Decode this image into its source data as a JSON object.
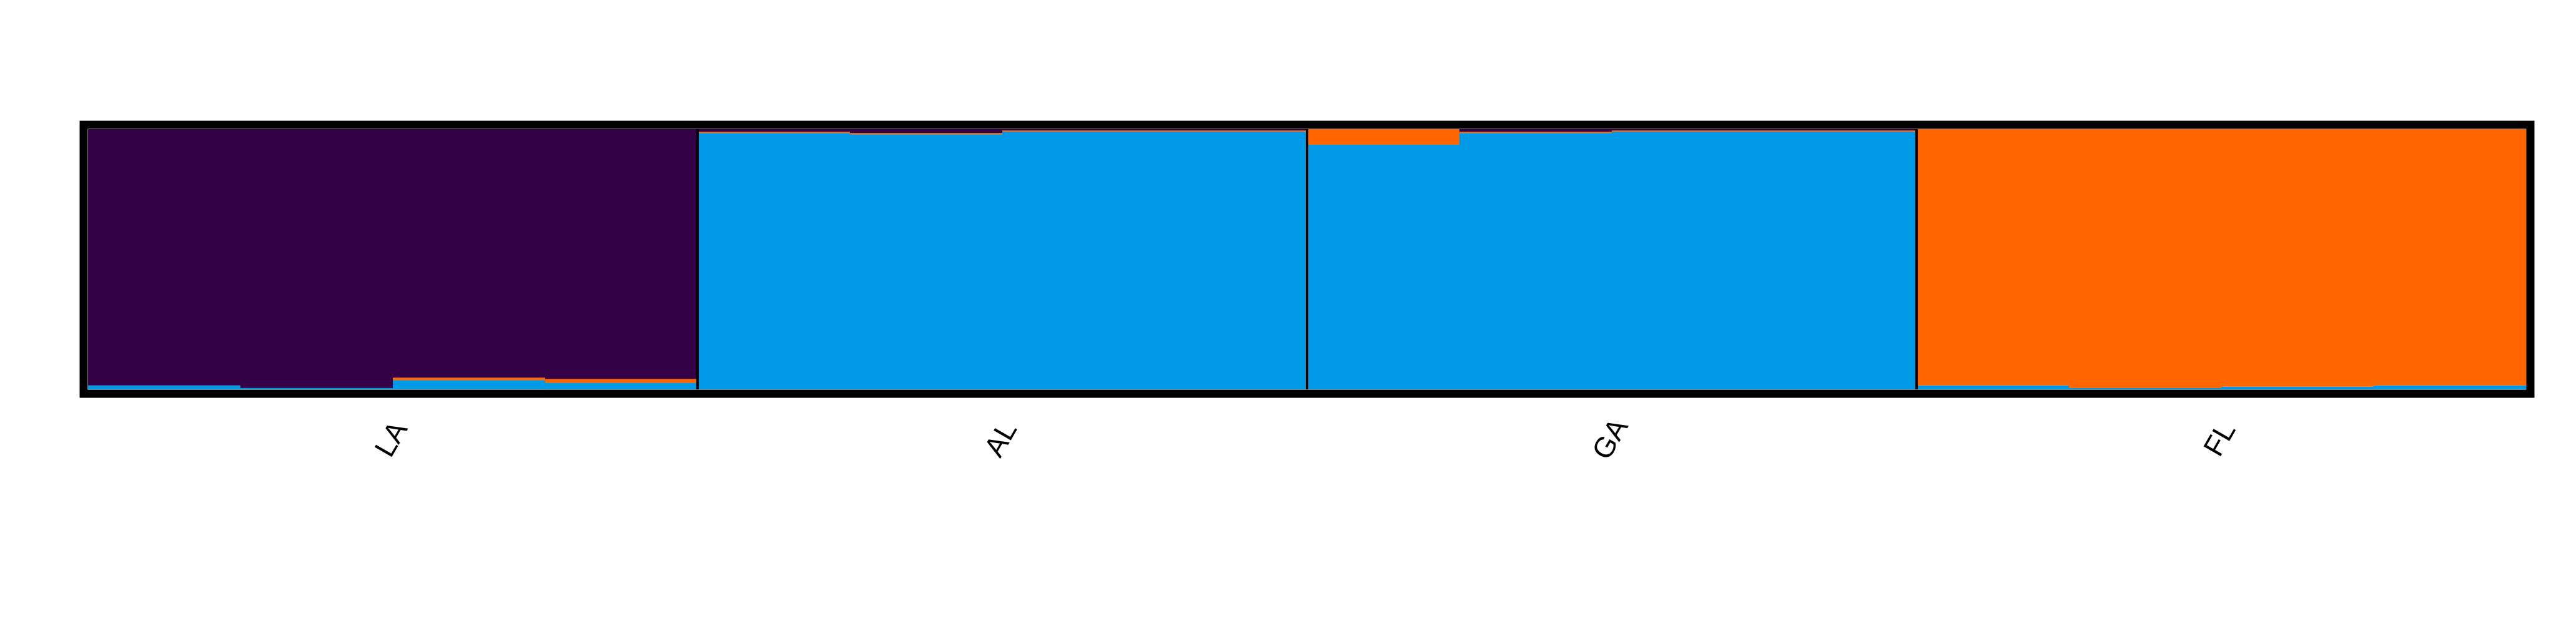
{
  "chart_data": {
    "type": "bar",
    "subtype": "stacked-100-percent",
    "title": "",
    "xlabel": "",
    "ylabel": "",
    "ylim": [
      0,
      1
    ],
    "grid": false,
    "legend": "none",
    "groups": [
      "LA",
      "AL",
      "GA",
      "FL"
    ],
    "series_colors": {
      "purple": "#340046",
      "blue": "#0099e5",
      "orange": "#ff6600"
    },
    "stack_order": [
      "blue",
      "orange",
      "purple"
    ],
    "individuals": [
      {
        "group": "LA",
        "purple": 0.985,
        "blue": 0.015,
        "orange": 0.0
      },
      {
        "group": "LA",
        "purple": 0.995,
        "blue": 0.005,
        "orange": 0.0
      },
      {
        "group": "LA",
        "purple": 0.955,
        "blue": 0.035,
        "orange": 0.01
      },
      {
        "group": "LA",
        "purple": 0.96,
        "blue": 0.025,
        "orange": 0.015
      },
      {
        "group": "AL",
        "purple": 0.01,
        "blue": 0.985,
        "orange": 0.005
      },
      {
        "group": "AL",
        "purple": 0.015,
        "blue": 0.98,
        "orange": 0.005
      },
      {
        "group": "AL",
        "purple": 0.005,
        "blue": 0.99,
        "orange": 0.005
      },
      {
        "group": "AL",
        "purple": 0.005,
        "blue": 0.99,
        "orange": 0.005
      },
      {
        "group": "GA",
        "purple": 0.0,
        "blue": 0.94,
        "orange": 0.06
      },
      {
        "group": "GA",
        "purple": 0.01,
        "blue": 0.985,
        "orange": 0.005
      },
      {
        "group": "GA",
        "purple": 0.005,
        "blue": 0.99,
        "orange": 0.005
      },
      {
        "group": "GA",
        "purple": 0.005,
        "blue": 0.99,
        "orange": 0.005
      },
      {
        "group": "FL",
        "purple": 0.0,
        "blue": 0.015,
        "orange": 0.985
      },
      {
        "group": "FL",
        "purple": 0.0,
        "blue": 0.005,
        "orange": 0.995
      },
      {
        "group": "FL",
        "purple": 0.0,
        "blue": 0.01,
        "orange": 0.99
      },
      {
        "group": "FL",
        "purple": 0.0,
        "blue": 0.015,
        "orange": 0.985
      }
    ]
  }
}
